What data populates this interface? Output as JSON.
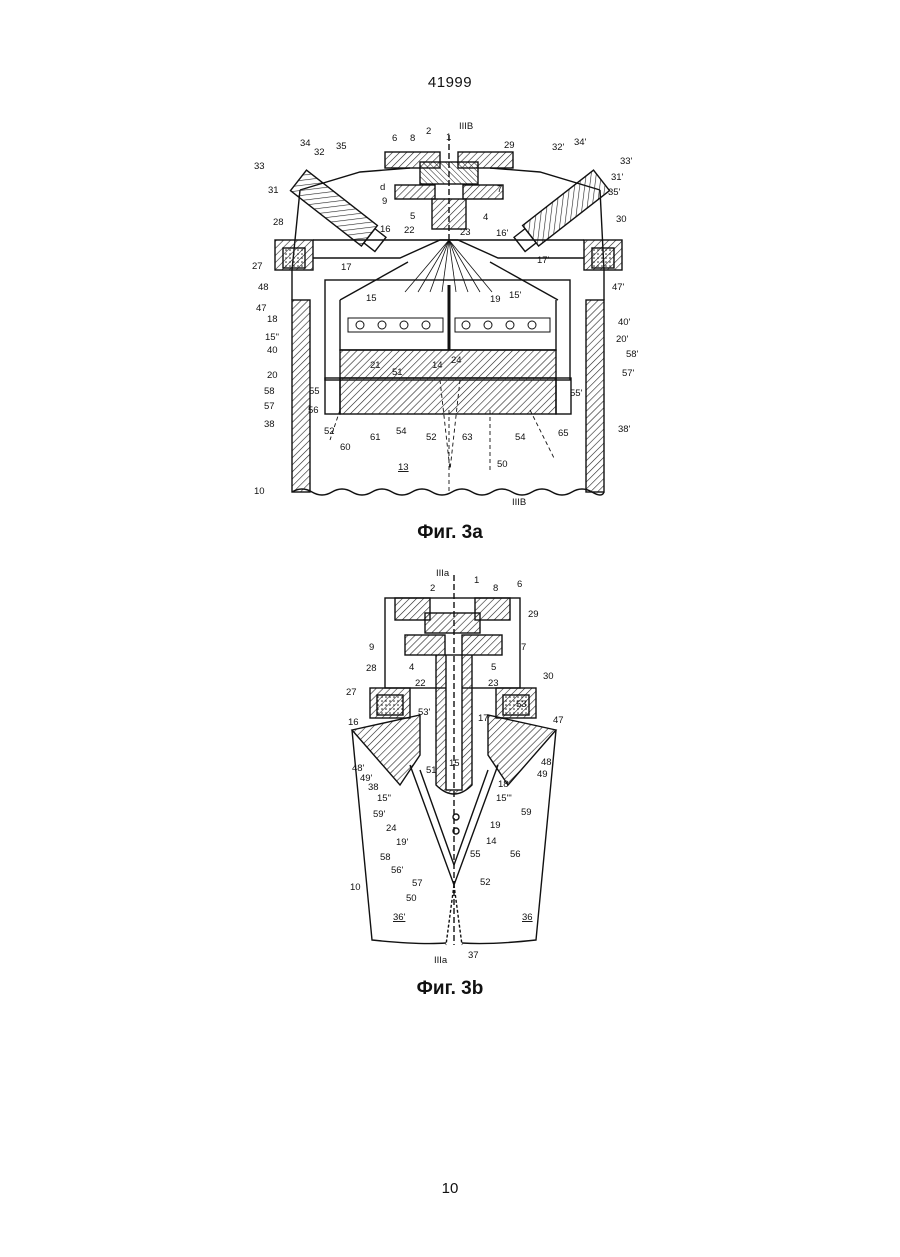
{
  "header": {
    "doc_number": "41999"
  },
  "figure_a": {
    "caption": "Фиг. 3а",
    "labels": {
      "l_IIIB_top": "IIIB",
      "l_IIIB_bot": "IIIB",
      "l1": "1",
      "l2": "2",
      "l6": "6",
      "l8": "8",
      "l29": "29",
      "l34": "34",
      "l32": "32",
      "l35": "35",
      "l33": "33",
      "l31": "31",
      "l32p": "32'",
      "l34p": "34'",
      "l33p": "33'",
      "l31p": "31'",
      "l35p": "35'",
      "ld": "d",
      "l9": "9",
      "l7": "7",
      "l5": "5",
      "l4": "4",
      "l28": "28",
      "l30": "30",
      "l16": "16",
      "l22": "22",
      "l23": "23",
      "l16p": "16'",
      "l27": "27",
      "l17": "17",
      "l17p": "17'",
      "l48": "48",
      "l47p": "47'",
      "l15": "15",
      "l19": "19",
      "l15p": "15'",
      "l47": "47",
      "l18": "18",
      "l40p": "40'",
      "l15pp": "15\"",
      "l20p": "20'",
      "l40": "40",
      "l58p": "58'",
      "l21": "21",
      "l14": "14",
      "l24": "24",
      "l51": "51",
      "l20": "20",
      "l57p": "57'",
      "l55": "55",
      "l58": "58",
      "l57": "57",
      "l55p": "55'",
      "l56": "56",
      "l38": "38",
      "l52a": "52",
      "l61": "61",
      "l54a": "54",
      "l52b": "52",
      "l63": "63",
      "l54b": "54",
      "l65": "65",
      "l38p": "38'",
      "l60": "60",
      "l50": "50",
      "l13": "13",
      "l10": "10"
    }
  },
  "figure_b": {
    "caption": "Фиг. 3b",
    "labels": {
      "l_IIIa_top": "IIIa",
      "l_IIIa_bot": "IIIa",
      "l2": "2",
      "l1": "1",
      "l8": "8",
      "l6": "6",
      "l29": "29",
      "l9": "9",
      "l7": "7",
      "l4": "4",
      "l5": "5",
      "l30": "30",
      "l28": "28",
      "l22": "22",
      "l23": "23",
      "l27": "27",
      "l53": "53",
      "l53p": "53'",
      "l16": "16",
      "l17": "17",
      "l47": "47",
      "l48p": "48'",
      "l49p": "49'",
      "l51": "51",
      "l15": "15",
      "l48": "48",
      "l49": "49",
      "l38": "38",
      "l18": "18",
      "l15pp": "15\"",
      "l15ppp": "15\"'",
      "l59p": "59'",
      "l59": "59",
      "l24": "24",
      "l19": "19",
      "l19p": "19'",
      "l14": "14",
      "l58": "58",
      "l55": "55",
      "l56p": "56'",
      "l56": "56",
      "l57": "57",
      "l52": "52",
      "l10": "10",
      "l50": "50",
      "l36p": "36'",
      "l36": "36",
      "l37": "37"
    }
  },
  "footer": {
    "page_number": "10"
  }
}
